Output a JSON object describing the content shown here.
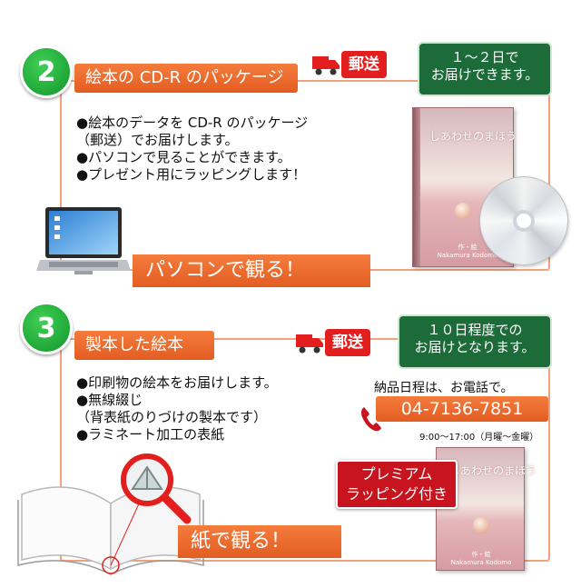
{
  "section2": {
    "number": "2",
    "title": "絵本の CD-R のパッケージ",
    "yuso": "郵送",
    "delivery": [
      "１～２日で",
      "お届けできます。"
    ],
    "bullets": [
      "●絵本のデータを CD-R のパッケージ",
      "（郵送）でお届けします。",
      "●パソコンで見ることができます。",
      "●プレゼント用にラッピングします！"
    ],
    "banner": "パソコンで観る！"
  },
  "section3": {
    "number": "3",
    "title": "製本した絵本",
    "yuso": "郵送",
    "delivery": [
      "１０日程度での",
      "お届けとなります。"
    ],
    "bullets": [
      "●印刷物の絵本をお届けします。",
      "●無線綴じ",
      "（背表紙のりづけの製本です）",
      "●ラミネート加工の表紙"
    ],
    "schedule_note": "納品日程は、お電話で。",
    "phone": "04-7136-7851",
    "hours": "9:00～17:00（月曜～金曜）",
    "premium": [
      "プレミアム",
      "ラッピング付き"
    ],
    "banner": "紙で観る！"
  },
  "colors": {
    "orange": "#e8652b",
    "green": "#1e6b3a",
    "red": "#e21e1e",
    "circle_green": "#12962b"
  },
  "icons": {
    "truck": "truck-icon",
    "phone": "phone-icon",
    "magnifier": "magnifier-icon"
  }
}
